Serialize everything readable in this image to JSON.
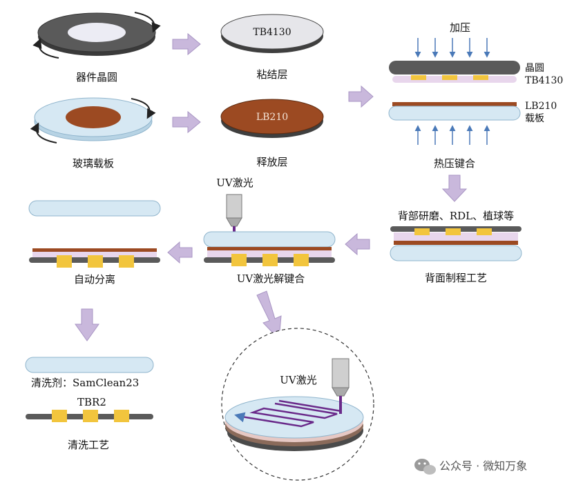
{
  "labels": {
    "device_wafer": "器件晶圆",
    "adhesive_layer": "粘结层",
    "adhesive_disc": "TB4130",
    "glass_carrier": "玻璃载板",
    "release_layer": "释放层",
    "release_disc": "LB210",
    "pressure": "加压",
    "wafer": "晶圆",
    "tb4130": "TB4130",
    "lb210": "LB210",
    "carrier": "载板",
    "thermo_bond": "热压键合",
    "backside_ops": "背部研磨、RDL、植球等",
    "backside_process": "背面制程工艺",
    "uv_laser_top": "UV激光",
    "uv_debond": "UV激光解键合",
    "auto_separation": "自动分离",
    "cleaner": "清洗剂：SamClean23",
    "tbr2": "TBR2",
    "cleaning_process": "清洗工艺",
    "uv_laser_zoom": "UV激光"
  },
  "watermark": "公众号 · 微知万象",
  "colors": {
    "wafer_dark": "#4a4a4a",
    "wafer_light": "#ececf4",
    "glass": "#d4e6f1",
    "glass_edge": "#8fb4cc",
    "release": "#9c4a22",
    "adhesive": "#e8d6ec",
    "bump": "#f2c53d",
    "arrow": "#c9b8dc",
    "laser": "#6a2a8a",
    "pressure_arrow": "#4a79b8"
  }
}
